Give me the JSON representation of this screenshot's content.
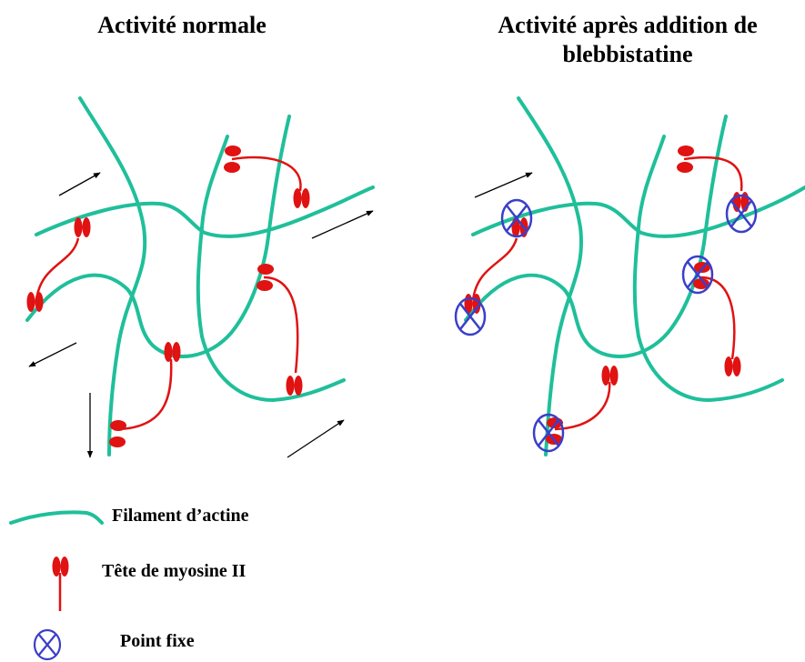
{
  "titles": {
    "left": "Activité normale",
    "right": "Activité après addition de blebbistatine"
  },
  "legend": {
    "actin": "Filament d’actine",
    "myosin": "Tête de myosine II",
    "fixed_point": "Point fixe"
  },
  "colors": {
    "actin": "#1fbf9a",
    "myosin": "#e01212",
    "fixed_point": "#3a3fc8",
    "arrow": "#000000"
  },
  "icons": {
    "actin": "wavy-line-icon",
    "myosin": "double-oval-head-icon",
    "fixed_point": "circled-x-icon"
  }
}
